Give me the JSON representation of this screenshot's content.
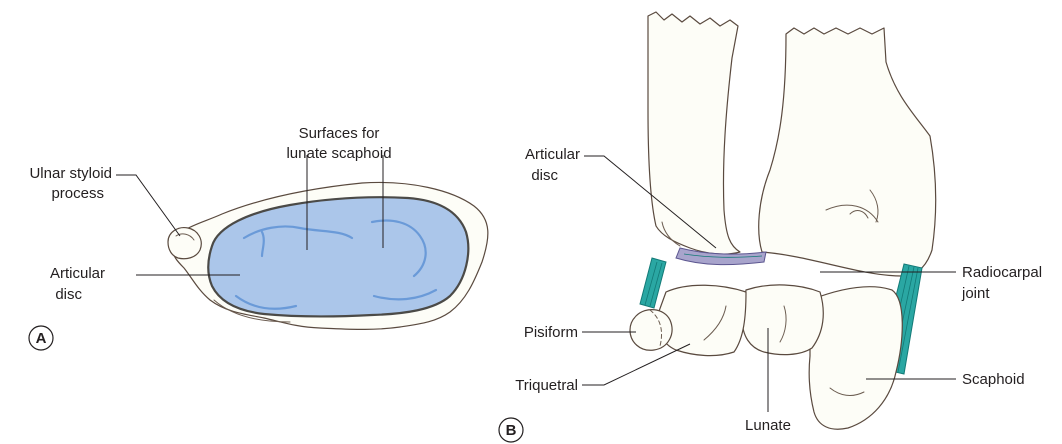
{
  "panel_a": {
    "badge": "A",
    "labels": {
      "surfaces_line1": "Surfaces for",
      "surfaces_line2": "lunate scaphoid",
      "ulnar_line1": "Ulnar styloid",
      "ulnar_line2": "process",
      "disc_line1": "Articular",
      "disc_line2": "disc"
    }
  },
  "panel_b": {
    "badge": "B",
    "labels": {
      "disc_line1": "Articular",
      "disc_line2": "disc",
      "pisiform": "Pisiform",
      "triquetral": "Triquetral",
      "lunate": "Lunate",
      "radiocarpal_line1": "Radiocarpal",
      "radiocarpal_line2": "joint",
      "scaphoid": "Scaphoid"
    }
  },
  "colors": {
    "disc_fill_a": "#abc6ea",
    "disc_fill_b": "#a8a4cc",
    "ligament": "#2aa7a3",
    "bone_fill": "#fdfdf7",
    "outline": "#5a4a3f"
  }
}
